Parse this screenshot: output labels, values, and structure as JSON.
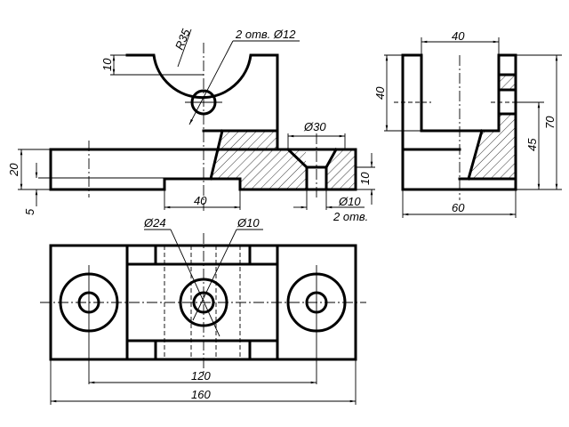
{
  "drawing": {
    "type": "engineering drawing (three orthographic views with partial sections)",
    "views": [
      "front view with section",
      "side view with section",
      "top view"
    ],
    "dimensions": {
      "front": {
        "radius": "R35",
        "holes_top": "2 отв. Ø12",
        "slot_depth": "10",
        "base_height": "20",
        "base_offset": "5",
        "base_recess_width": "40",
        "countersink_diameter": "Ø30",
        "countersink_depth": "10",
        "hole_diameter": "Ø10",
        "hole_count": "2 отв."
      },
      "side": {
        "top_slot_width": "40",
        "slot_depth": "40",
        "hole_height": "45",
        "overall_height": "70",
        "overall_width": "60"
      },
      "top": {
        "boss_diameter": "Ø24",
        "bore_diameter": "Ø10",
        "hole_spacing": "120",
        "overall_length": "160"
      }
    }
  }
}
